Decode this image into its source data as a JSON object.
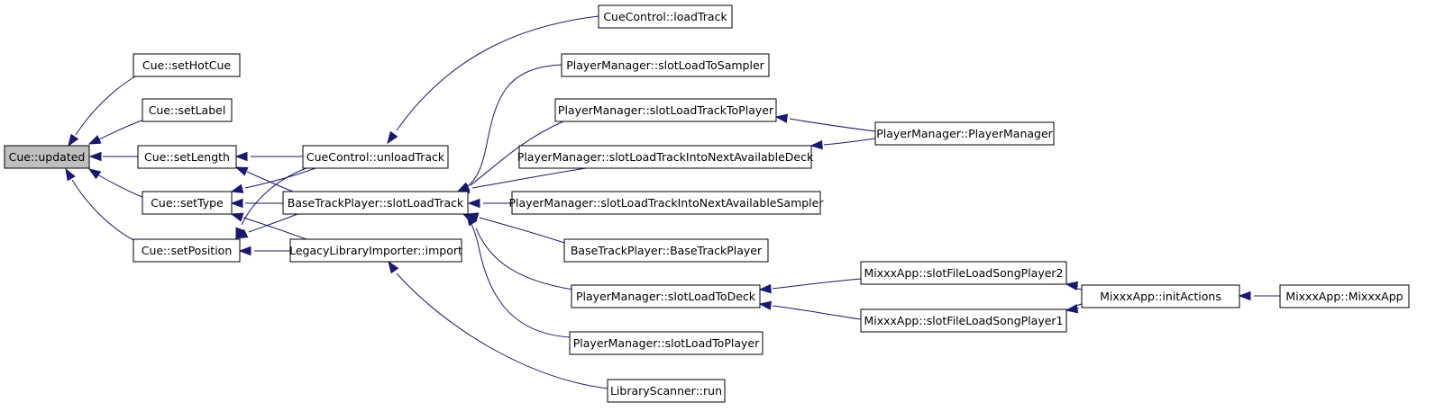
{
  "nodes": [
    {
      "id": "n0",
      "label": "Cue::updated",
      "root": true
    },
    {
      "id": "n1",
      "label": "Cue::setHotCue"
    },
    {
      "id": "n2",
      "label": "Cue::setLabel"
    },
    {
      "id": "n3",
      "label": "Cue::setLength"
    },
    {
      "id": "n4",
      "label": "Cue::setType"
    },
    {
      "id": "n5",
      "label": "Cue::setPosition"
    },
    {
      "id": "n6",
      "label": "CueControl::unloadTrack"
    },
    {
      "id": "n7",
      "label": "BaseTrackPlayer::slotLoadTrack"
    },
    {
      "id": "n8",
      "label": "LegacyLibraryImporter::import"
    },
    {
      "id": "n9",
      "label": "CueControl::loadTrack"
    },
    {
      "id": "n10",
      "label": "PlayerManager::slotLoadToSampler"
    },
    {
      "id": "n11",
      "label": "PlayerManager::slotLoadTrackToPlayer"
    },
    {
      "id": "n12",
      "label": "PlayerManager::slotLoadTrackIntoNextAvailableDeck"
    },
    {
      "id": "n13",
      "label": "PlayerManager::slotLoadTrackIntoNextAvailableSampler"
    },
    {
      "id": "n14",
      "label": "BaseTrackPlayer::BaseTrackPlayer"
    },
    {
      "id": "n15",
      "label": "PlayerManager::slotLoadToDeck"
    },
    {
      "id": "n16",
      "label": "PlayerManager::slotLoadToPlayer"
    },
    {
      "id": "n17",
      "label": "LibraryScanner::run"
    },
    {
      "id": "n18",
      "label": "PlayerManager::PlayerManager"
    },
    {
      "id": "n19",
      "label": "MixxxApp::slotFileLoadSongPlayer2"
    },
    {
      "id": "n20",
      "label": "MixxxApp::slotFileLoadSongPlayer1"
    },
    {
      "id": "n21",
      "label": "MixxxApp::initActions"
    },
    {
      "id": "n22",
      "label": "MixxxApp::MixxxApp"
    }
  ],
  "edges": [
    [
      "n1",
      "n0"
    ],
    [
      "n2",
      "n0"
    ],
    [
      "n3",
      "n0"
    ],
    [
      "n4",
      "n0"
    ],
    [
      "n5",
      "n0"
    ],
    [
      "n6",
      "n3"
    ],
    [
      "n7",
      "n3"
    ],
    [
      "n6",
      "n4"
    ],
    [
      "n7",
      "n4"
    ],
    [
      "n8",
      "n4"
    ],
    [
      "n6",
      "n5"
    ],
    [
      "n7",
      "n5"
    ],
    [
      "n8",
      "n5"
    ],
    [
      "n9",
      "n6"
    ],
    [
      "n10",
      "n7"
    ],
    [
      "n11",
      "n7"
    ],
    [
      "n12",
      "n7"
    ],
    [
      "n13",
      "n7"
    ],
    [
      "n14",
      "n7"
    ],
    [
      "n15",
      "n7"
    ],
    [
      "n16",
      "n7"
    ],
    [
      "n17",
      "n8"
    ],
    [
      "n18",
      "n11"
    ],
    [
      "n18",
      "n12"
    ],
    [
      "n19",
      "n15"
    ],
    [
      "n20",
      "n15"
    ],
    [
      "n21",
      "n19"
    ],
    [
      "n21",
      "n20"
    ],
    [
      "n22",
      "n21"
    ]
  ]
}
